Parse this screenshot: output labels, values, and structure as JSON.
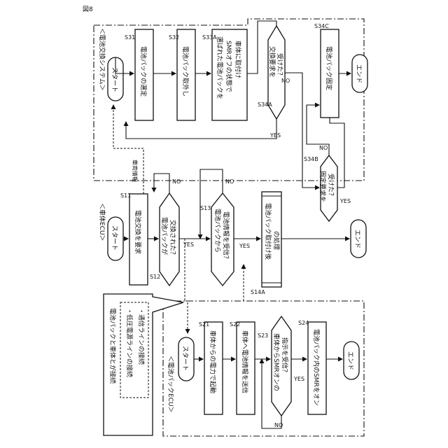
{
  "figure_label": "図8",
  "system": {
    "title": "＜電池交換システム＞",
    "start": "スタート",
    "end_end": "エンド",
    "s31": {
      "step": "S31",
      "text": "電池パックの選定"
    },
    "s32": {
      "step": "S32",
      "text": "電池パック取外し"
    },
    "s33a": {
      "step": "S33A",
      "line1": "選ばれた電池パックを",
      "line2": "SMRオフの状態で",
      "line3": "車体に取付け"
    },
    "s34a": {
      "step": "S34A",
      "line1": "交換要求を",
      "line2": "受けた？",
      "yes": "YES",
      "no": "NO"
    },
    "s34b": {
      "step": "S34B",
      "line1": "固定要求を",
      "line2": "受けた？",
      "yes": "YES",
      "no": "NO"
    },
    "s34c": {
      "step": "S34C",
      "text": "電池パック固定"
    },
    "end": "エンド"
  },
  "vehicle": {
    "title": "＜車体ECU＞",
    "start": "スタート",
    "signal": "車両情報",
    "s11": {
      "step": "S11",
      "text": "電池交換を要求"
    },
    "s12": {
      "step": "S12",
      "line1": "電池パックが",
      "line2": "交換された？",
      "yes": "YES",
      "no": "NO"
    },
    "s13": {
      "step": "S13",
      "line1": "電池パックから",
      "line2": "電池情報を受信？",
      "yes": "YES",
      "no": "NO"
    },
    "s14a": {
      "step": "S14A",
      "line1": "電池パック取付け後",
      "line2": "の処理"
    },
    "end": "エンド"
  },
  "pack": {
    "title": "＜電池パックECU＞",
    "start": "スタート",
    "s21": {
      "step": "S21",
      "text": "車体からの電力で起動"
    },
    "s22": {
      "step": "S22",
      "text": "車体へ電池情報を送信"
    },
    "s23": {
      "step": "S23",
      "line1": "車体からSMRオンの",
      "line2": "指示を受信？",
      "yes": "YES",
      "no": "NO"
    },
    "s24": {
      "step": "S24",
      "text": "電池パック内のSMRをオン"
    },
    "end": "エンド"
  },
  "note": {
    "title": "電池パックと車体とが接続",
    "line1": "・低圧電源ラインの接続",
    "line2": "・通信ラインの接続"
  }
}
